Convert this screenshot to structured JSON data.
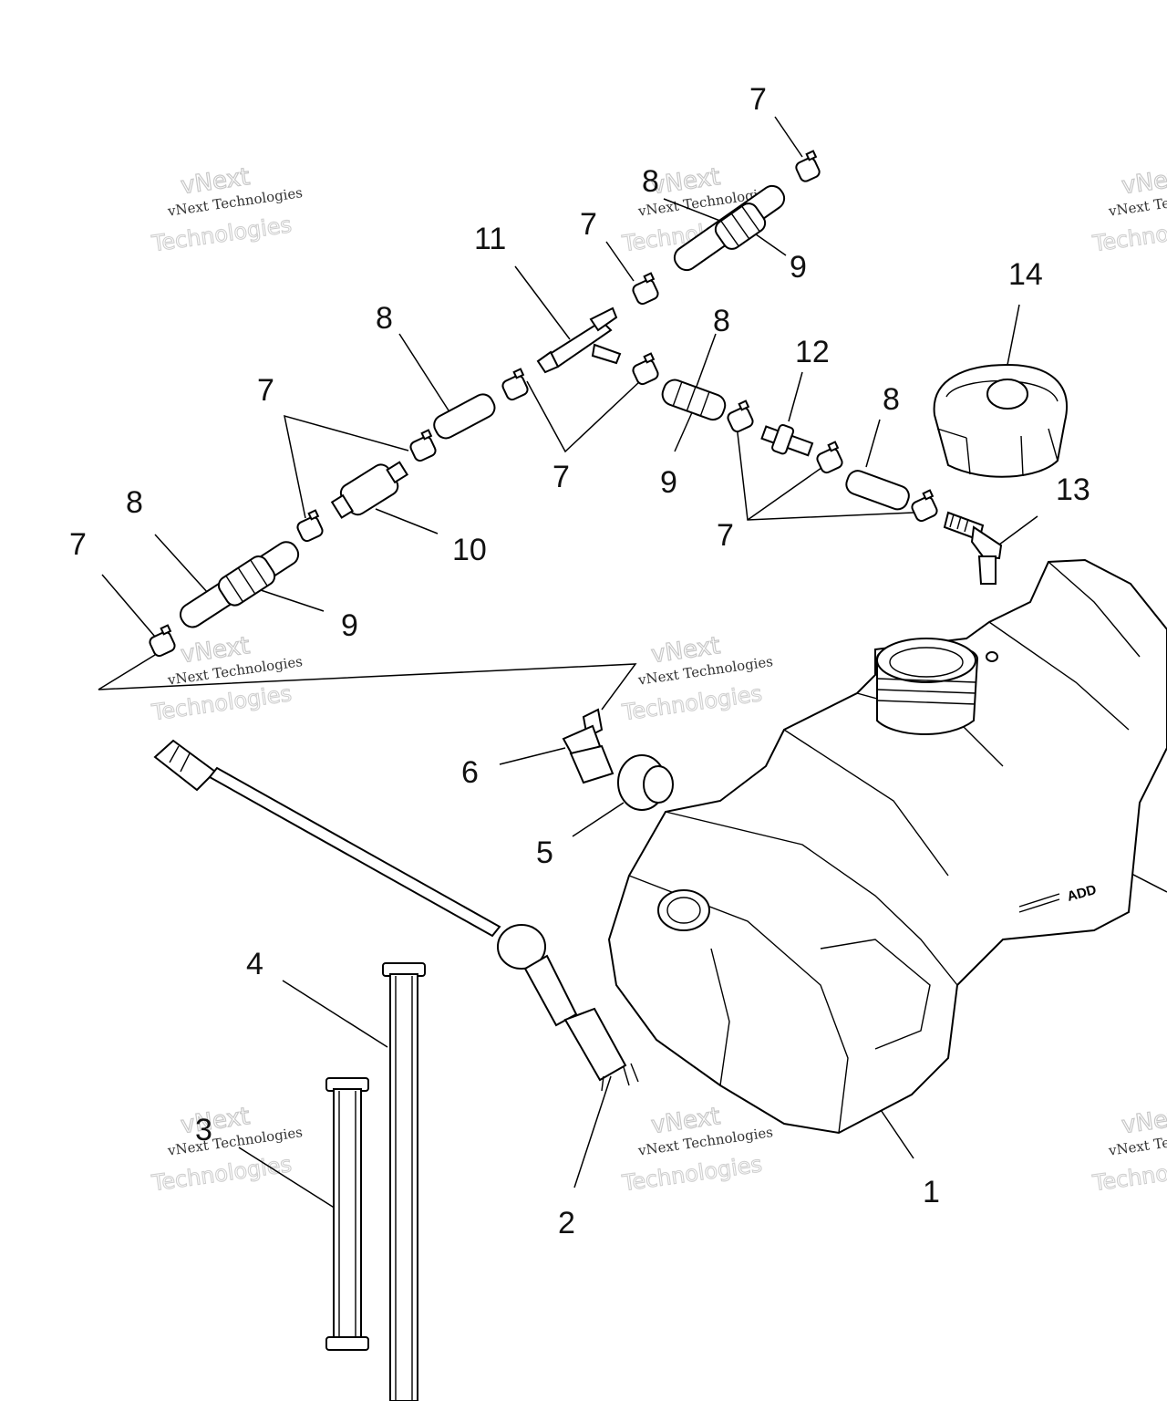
{
  "diagram": {
    "callouts": [
      {
        "id": "c7-top",
        "text": "7"
      },
      {
        "id": "c8-top",
        "text": "8"
      },
      {
        "id": "c9-top",
        "text": "9"
      },
      {
        "id": "c7-upper",
        "text": "7"
      },
      {
        "id": "c11",
        "text": "11"
      },
      {
        "id": "c8-mid",
        "text": "8"
      },
      {
        "id": "c8-right",
        "text": "8"
      },
      {
        "id": "c12",
        "text": "12"
      },
      {
        "id": "c14",
        "text": "14"
      },
      {
        "id": "c8-left",
        "text": "8"
      },
      {
        "id": "c7-left",
        "text": "7"
      },
      {
        "id": "c7-center",
        "text": "7"
      },
      {
        "id": "c9-center",
        "text": "9"
      },
      {
        "id": "c13",
        "text": "13"
      },
      {
        "id": "c7-right",
        "text": "7"
      },
      {
        "id": "c8-far-left",
        "text": "8"
      },
      {
        "id": "c7-far-left",
        "text": "7"
      },
      {
        "id": "c10",
        "text": "10"
      },
      {
        "id": "c9-left",
        "text": "9"
      },
      {
        "id": "c6",
        "text": "6"
      },
      {
        "id": "c5",
        "text": "5"
      },
      {
        "id": "c4",
        "text": "4"
      },
      {
        "id": "c3",
        "text": "3"
      },
      {
        "id": "c2",
        "text": "2"
      },
      {
        "id": "c1",
        "text": "1"
      }
    ],
    "tank_marking": "ADD",
    "watermark": {
      "line1": "vNext",
      "line2": "vNext Technologies",
      "line3": "Technologies"
    }
  }
}
